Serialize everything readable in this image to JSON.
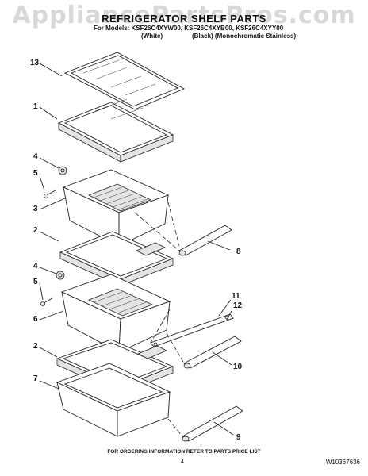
{
  "header": {
    "watermark": "AppliancePartsPros.com",
    "title": "REFRIGERATOR SHELF PARTS",
    "models_line": "For Models: KSF26C4XYW00, KSF26C4XYB00, KSF26C4XYY00",
    "variant_white": "(White)",
    "variant_black": "(Black) (Monochromatic Stainless)"
  },
  "callouts": {
    "c13": "13",
    "c1": "1",
    "c4a": "4",
    "c5a": "5",
    "c3": "3",
    "c2a": "2",
    "c8": "8",
    "c4b": "4",
    "c5b": "5",
    "c6": "6",
    "c11": "11",
    "c12": "12",
    "c2b": "2",
    "c10": "10",
    "c7": "7",
    "c9": "9"
  },
  "footer": {
    "note": "FOR ORDERING INFORMATION REFER TO PARTS PRICE LIST",
    "page": "4",
    "doc_id": "W10367636"
  }
}
